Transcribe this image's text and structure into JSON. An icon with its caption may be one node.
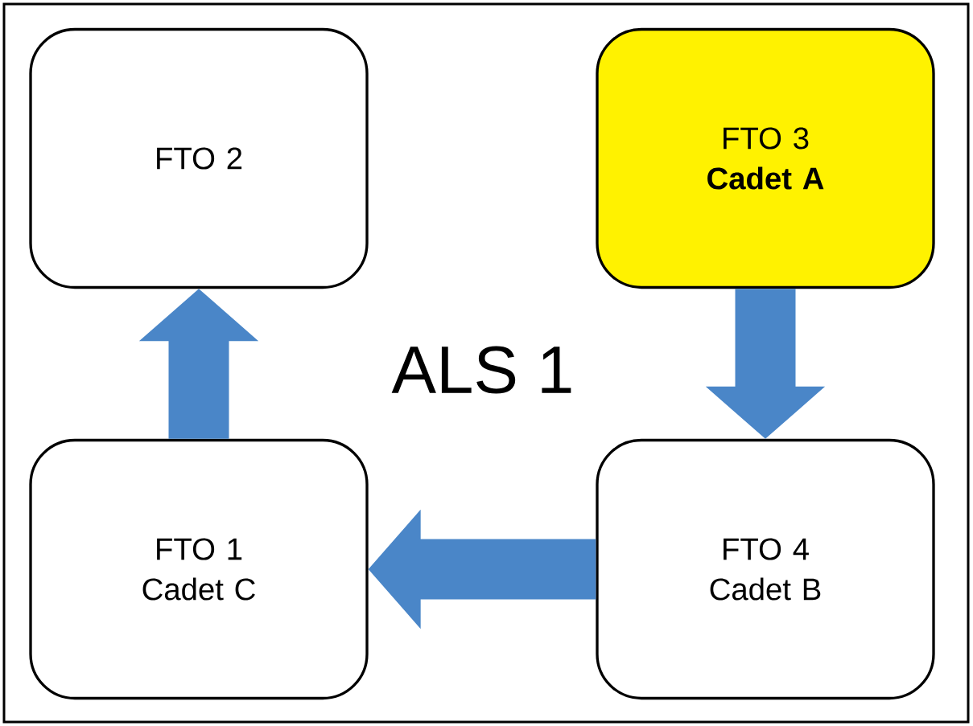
{
  "diagram": {
    "nodes": [
      {
        "text": [
          "FTO 2"
        ]
      },
      {
        "text": [
          "FTO 3 **Cadet A**"
        ]
      },
      {
        "text": [
          "FTO 1 Cadet C"
        ]
      },
      {
        "text": [
          "FTO 4 Cadet B"
        ]
      }
    ],
    "edges": [
      {
        "from": 1,
        "to": 3,
        "arrow": "to"
      },
      {
        "from": 3,
        "to": 2,
        "arrow": "to"
      },
      {
        "from": 2,
        "to": 0,
        "arrow": "to"
      }
    ],
    "labels": [
      "ALS 1"
    ]
  }
}
